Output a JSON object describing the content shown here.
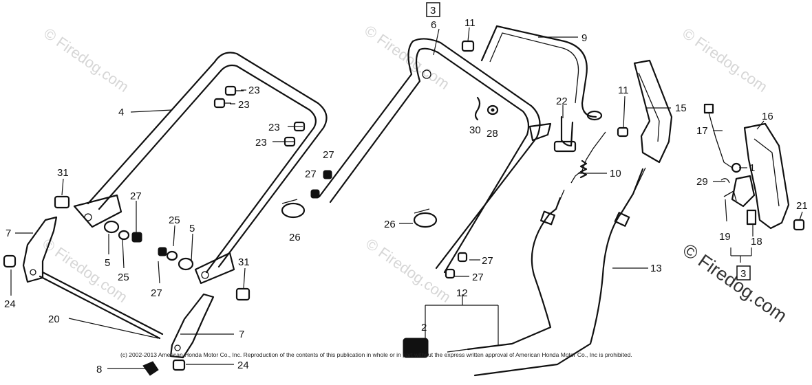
{
  "labels": [
    {
      "id": "p3-top",
      "text": "3"
    },
    {
      "id": "p6",
      "text": "6"
    },
    {
      "id": "p11a",
      "text": "11"
    },
    {
      "id": "p9",
      "text": "9"
    },
    {
      "id": "p4",
      "text": "4"
    },
    {
      "id": "p23a",
      "text": "23"
    },
    {
      "id": "p23b",
      "text": "23"
    },
    {
      "id": "p23c",
      "text": "23"
    },
    {
      "id": "p23d",
      "text": "23"
    },
    {
      "id": "p22",
      "text": "22"
    },
    {
      "id": "p11b",
      "text": "11"
    },
    {
      "id": "p15",
      "text": "15"
    },
    {
      "id": "p30",
      "text": "30"
    },
    {
      "id": "p28",
      "text": "28"
    },
    {
      "id": "p16",
      "text": "16"
    },
    {
      "id": "p17",
      "text": "17"
    },
    {
      "id": "p27a",
      "text": "27"
    },
    {
      "id": "p27b",
      "text": "27"
    },
    {
      "id": "p10",
      "text": "10"
    },
    {
      "id": "p31a",
      "text": "31"
    },
    {
      "id": "p27c",
      "text": "27"
    },
    {
      "id": "p1",
      "text": "1"
    },
    {
      "id": "p29",
      "text": "29"
    },
    {
      "id": "p21",
      "text": "21"
    },
    {
      "id": "p25a",
      "text": "25"
    },
    {
      "id": "p5a",
      "text": "5"
    },
    {
      "id": "p26a",
      "text": "26"
    },
    {
      "id": "p7a",
      "text": "7"
    },
    {
      "id": "p26b",
      "text": "26"
    },
    {
      "id": "p19",
      "text": "19"
    },
    {
      "id": "p18",
      "text": "18"
    },
    {
      "id": "p5b",
      "text": "5"
    },
    {
      "id": "p25b",
      "text": "25"
    },
    {
      "id": "p31b",
      "text": "31"
    },
    {
      "id": "p27d",
      "text": "27"
    },
    {
      "id": "p13",
      "text": "13"
    },
    {
      "id": "p3-right",
      "text": "3"
    },
    {
      "id": "p27e",
      "text": "27"
    },
    {
      "id": "p24a",
      "text": "24"
    },
    {
      "id": "p27f",
      "text": "27"
    },
    {
      "id": "p12",
      "text": "12"
    },
    {
      "id": "p20",
      "text": "20"
    },
    {
      "id": "p7b",
      "text": "7"
    },
    {
      "id": "p2",
      "text": "2"
    },
    {
      "id": "p8",
      "text": "8"
    },
    {
      "id": "p24b",
      "text": "24"
    }
  ],
  "watermark": "© Firedog.com",
  "copyright": "(c) 2002-2013 American Honda Motor Co., Inc. Reproduction of the contents of this publication in whole or in part without the express written approval of American Honda Motor Co., Inc is prohibited."
}
